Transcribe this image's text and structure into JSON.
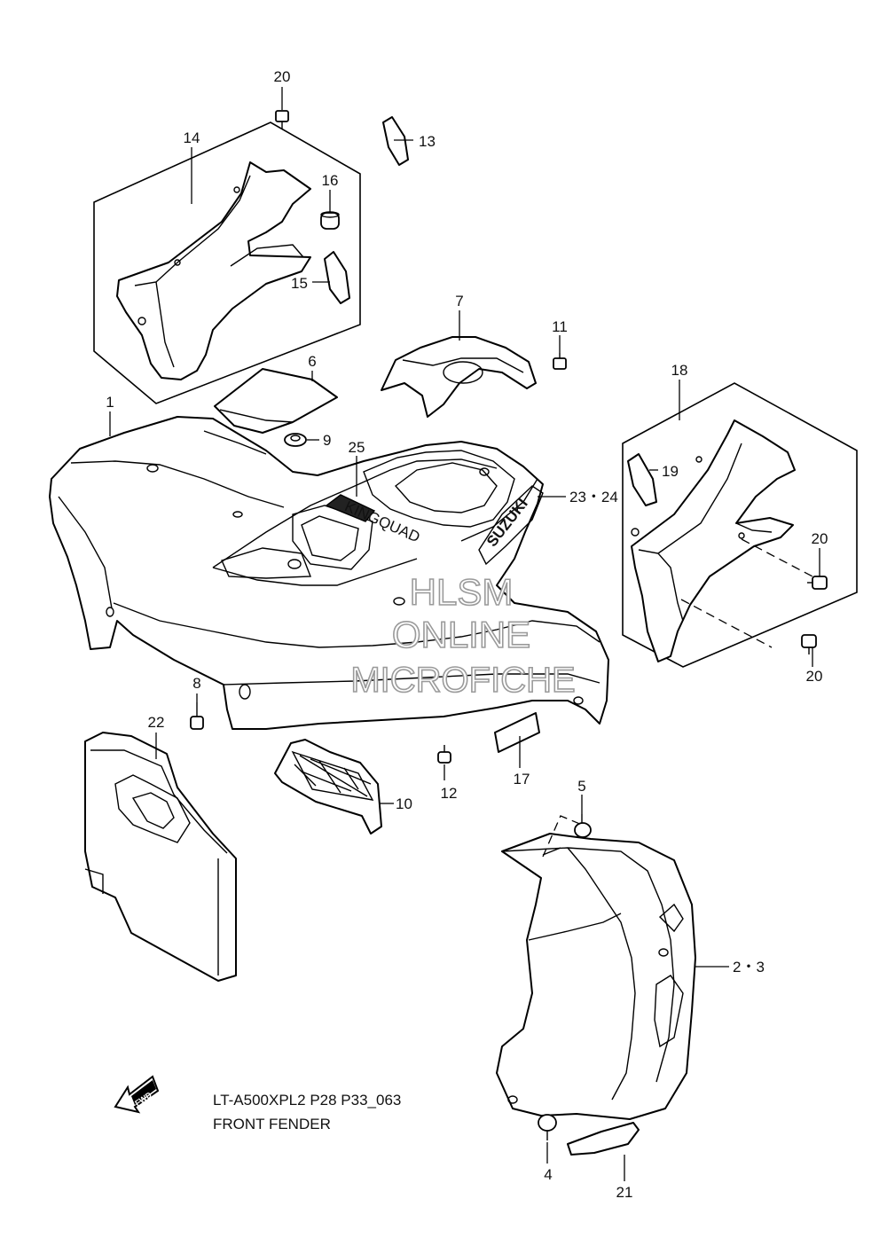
{
  "callouts": [
    {
      "id": "c1",
      "label": "1"
    },
    {
      "id": "c2",
      "label": "2・3"
    },
    {
      "id": "c4",
      "label": "4"
    },
    {
      "id": "c5",
      "label": "5"
    },
    {
      "id": "c6",
      "label": "6"
    },
    {
      "id": "c7",
      "label": "7"
    },
    {
      "id": "c8",
      "label": "8"
    },
    {
      "id": "c9",
      "label": "9"
    },
    {
      "id": "c10",
      "label": "10"
    },
    {
      "id": "c11",
      "label": "11"
    },
    {
      "id": "c12",
      "label": "12"
    },
    {
      "id": "c13",
      "label": "13"
    },
    {
      "id": "c14",
      "label": "14"
    },
    {
      "id": "c15",
      "label": "15"
    },
    {
      "id": "c16",
      "label": "16"
    },
    {
      "id": "c17",
      "label": "17"
    },
    {
      "id": "c18",
      "label": "18"
    },
    {
      "id": "c19",
      "label": "19"
    },
    {
      "id": "c20a",
      "label": "20"
    },
    {
      "id": "c20b",
      "label": "20"
    },
    {
      "id": "c20c",
      "label": "20"
    },
    {
      "id": "c21",
      "label": "21"
    },
    {
      "id": "c22",
      "label": "22"
    },
    {
      "id": "c23",
      "label": "23・24"
    },
    {
      "id": "c25",
      "label": "25"
    }
  ],
  "caption": {
    "model_line": "LT-A500XPL2 P28 P33_063",
    "title": "FRONT FENDER"
  },
  "fwd_label": "FWD",
  "decal_text": {
    "hood": "KINGQUAD",
    "emblem": "SUZUKI"
  },
  "watermark": {
    "line1": "HLSM",
    "line2": "ONLINE",
    "line3": "MICROFICHE"
  }
}
